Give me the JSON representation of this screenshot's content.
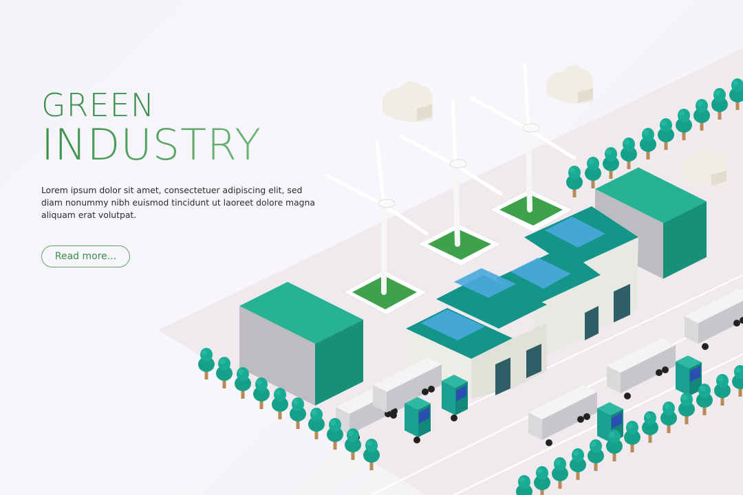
{
  "hero": {
    "title_line1": "GREEN",
    "title_line2": "INDUSTRY",
    "description": "Lorem ipsum dolor sit amet, consectetuer adipiscing elit, sed diam nonummy nibh euismod tincidunt ut laoreet dolore magna aliquam erat volutpat.",
    "cta_label": "Read more..."
  },
  "scene": {
    "elements": [
      "clouds",
      "wind-turbines",
      "solar-roof-factories",
      "container-stacks",
      "trees",
      "electric-trucks",
      "road"
    ],
    "wind_turbine_count": 3,
    "factory_count": 3,
    "container_stack_count": 2,
    "truck_count": 5
  },
  "colors": {
    "brand_green": "#3d8f4b",
    "light_green": "#7dbf86",
    "teal": "#1aa090",
    "roof_teal": "#14958a",
    "solar_blue": "#4aa8dc",
    "container_grey": "#c9c9cc",
    "ground": "#f1ebee",
    "background": "#f5f5f9"
  }
}
